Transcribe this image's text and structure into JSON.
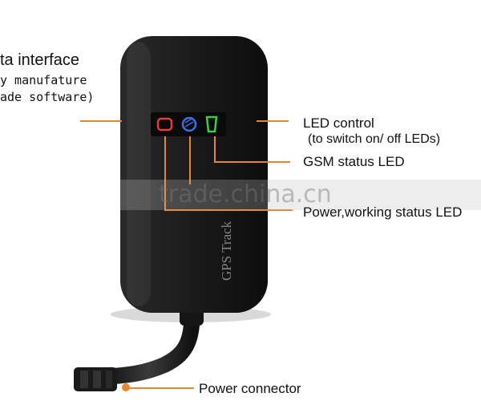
{
  "labels": {
    "data_interface_line1": "ta interface",
    "data_interface_line2": "y manufature",
    "data_interface_line3": "ade software)",
    "led_control": "LED control",
    "led_control_note": "(to switch on/ off LEDs)",
    "gsm_led": "GSM status LED",
    "power_led": "Power,working status LED",
    "power_connector": "Power connector"
  },
  "device": {
    "printed_text": "GPS Track"
  },
  "watermark": "trade.china.cn",
  "colors": {
    "accent_line": "#e8862a",
    "body": "#1c1c1c",
    "led_red": "#e53b3b",
    "led_blue": "#3c6ee8",
    "led_green": "#3ccc4c"
  }
}
